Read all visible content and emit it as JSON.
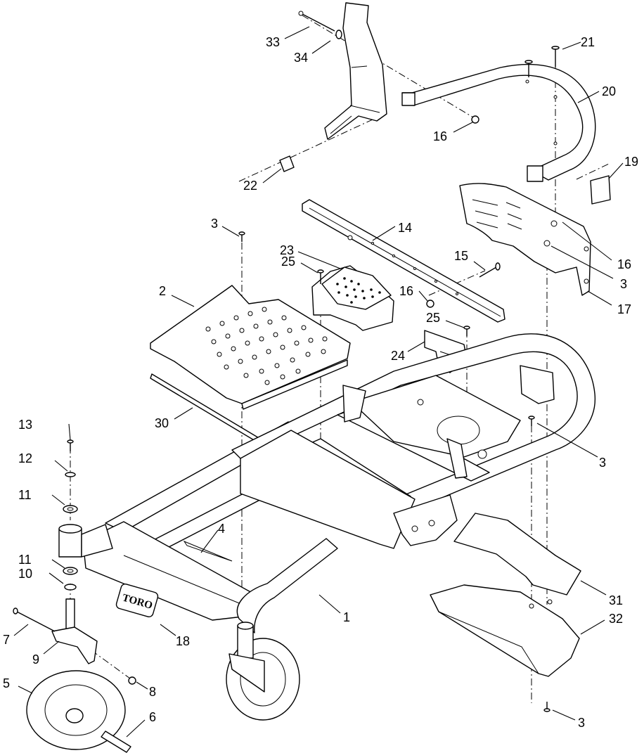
{
  "logo_text": "TORO",
  "callouts": [
    {
      "id": "c33",
      "label": "33"
    },
    {
      "id": "c34",
      "label": "34"
    },
    {
      "id": "c21",
      "label": "21"
    },
    {
      "id": "c20",
      "label": "20"
    },
    {
      "id": "c16a",
      "label": "16"
    },
    {
      "id": "c22",
      "label": "22"
    },
    {
      "id": "c19",
      "label": "19"
    },
    {
      "id": "c14",
      "label": "14"
    },
    {
      "id": "c3a",
      "label": "3"
    },
    {
      "id": "c23",
      "label": "23"
    },
    {
      "id": "c25a",
      "label": "25"
    },
    {
      "id": "c15",
      "label": "15"
    },
    {
      "id": "c16b",
      "label": "16"
    },
    {
      "id": "c16c",
      "label": "16"
    },
    {
      "id": "c3b",
      "label": "3"
    },
    {
      "id": "c2",
      "label": "2"
    },
    {
      "id": "c25b",
      "label": "25"
    },
    {
      "id": "c17",
      "label": "17"
    },
    {
      "id": "c24",
      "label": "24"
    },
    {
      "id": "c13",
      "label": "13"
    },
    {
      "id": "c30",
      "label": "30"
    },
    {
      "id": "c3c",
      "label": "3"
    },
    {
      "id": "c12",
      "label": "12"
    },
    {
      "id": "c11a",
      "label": "11"
    },
    {
      "id": "c4",
      "label": "4"
    },
    {
      "id": "c11b",
      "label": "11"
    },
    {
      "id": "c10",
      "label": "10"
    },
    {
      "id": "c31",
      "label": "31"
    },
    {
      "id": "c1",
      "label": "1"
    },
    {
      "id": "c32",
      "label": "32"
    },
    {
      "id": "c7",
      "label": "7"
    },
    {
      "id": "c18",
      "label": "18"
    },
    {
      "id": "c9",
      "label": "9"
    },
    {
      "id": "c5",
      "label": "5"
    },
    {
      "id": "c8",
      "label": "8"
    },
    {
      "id": "c6",
      "label": "6"
    },
    {
      "id": "c3d",
      "label": "3"
    }
  ]
}
